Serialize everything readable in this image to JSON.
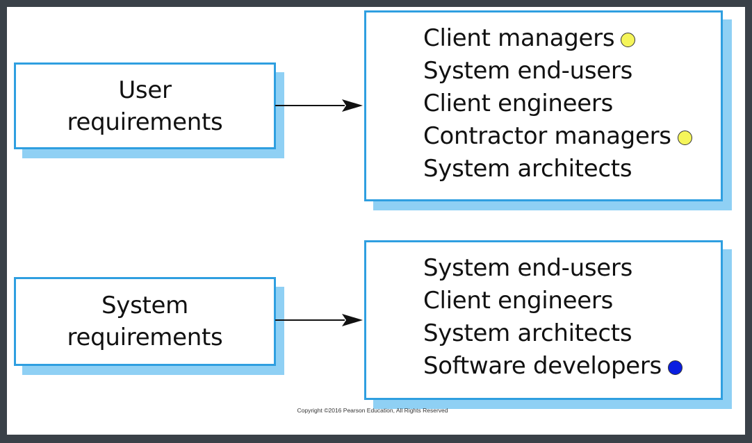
{
  "diagram": {
    "requirement_types": [
      {
        "id": "user",
        "label_line1": "User",
        "label_line2": "requirements",
        "readers": [
          {
            "name": "Client managers",
            "marker": "yellow-dot"
          },
          {
            "name": "System end-users",
            "marker": null
          },
          {
            "name": "Client engineers",
            "marker": null
          },
          {
            "name": "Contractor managers",
            "marker": "yellow-dot"
          },
          {
            "name": "System architects",
            "marker": null
          }
        ]
      },
      {
        "id": "system",
        "label_line1": "System",
        "label_line2": "requirements",
        "readers": [
          {
            "name": "System end-users",
            "marker": null
          },
          {
            "name": "Client engineers",
            "marker": null
          },
          {
            "name": "System architects",
            "marker": null
          },
          {
            "name": "Software developers",
            "marker": "blue-dot"
          }
        ]
      }
    ],
    "copyright": "Copyright ©2016 Pearson Education, All Rights Reserved"
  },
  "colors": {
    "box_border": "#2f9fe0",
    "box_shadow": "#8fd0f4",
    "yellow_marker": "#f5f55a",
    "blue_marker": "#0a1ee0",
    "arrow": "#111111",
    "frame": "#3a4148"
  }
}
